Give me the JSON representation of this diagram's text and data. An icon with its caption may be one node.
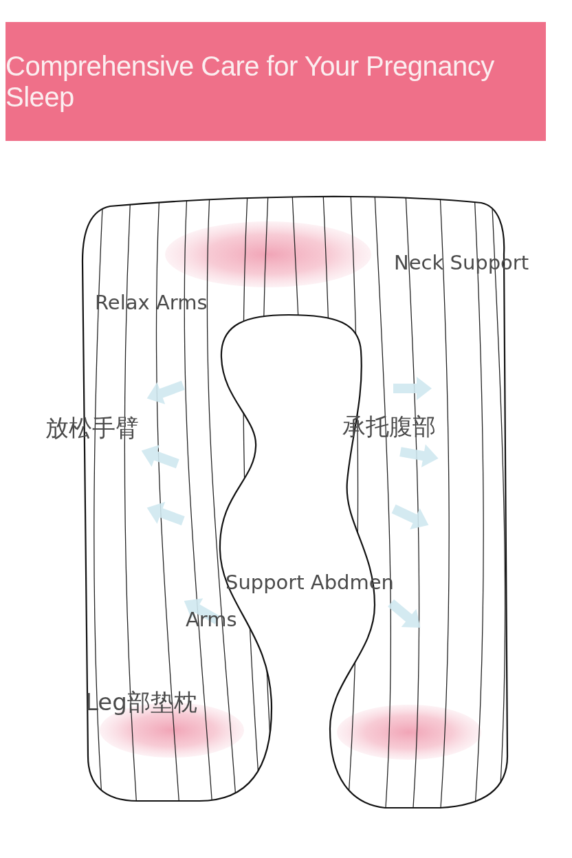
{
  "diagram": {
    "title": "Comprehensive Care for Your Pregnancy Sleep",
    "labels": [
      "Neck Support",
      "Relax Arms",
      "放松手臂",
      "承托腹部",
      "Support Abdmen",
      "Arms",
      "Leg部垫枕"
    ]
  }
}
